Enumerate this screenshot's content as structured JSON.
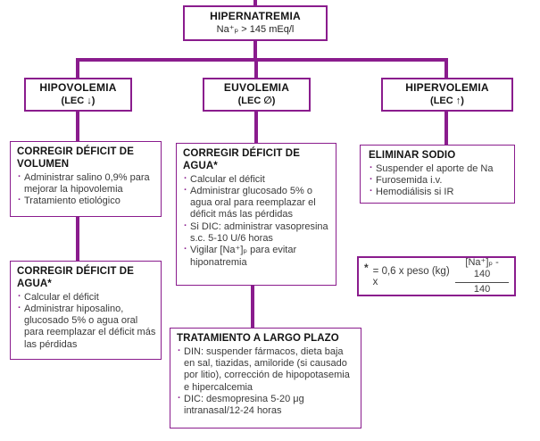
{
  "diagram": {
    "root": {
      "title": "HIPERNATREMIA",
      "subtitle": "Na⁺ₚ > 145 mEq/l"
    },
    "branches": [
      {
        "title": "HIPOVOLEMIA",
        "subtitle": "(LEC ↓)"
      },
      {
        "title": "EUVOLEMIA",
        "subtitle": "(LEC ∅)"
      },
      {
        "title": "HIPERVOLEMIA",
        "subtitle": "(LEC ↑)"
      }
    ],
    "boxes": {
      "volumen": {
        "heading": "CORREGIR DÉFICIT DE VOLUMEN",
        "bullets": [
          "Administrar salino 0,9% para mejorar la hipovolemia",
          "Tratamiento etiológico"
        ]
      },
      "agua_hipo": {
        "heading": "CORREGIR DÉFICIT DE AGUA*",
        "bullets": [
          "Calcular el déficit",
          "Administrar hiposalino, glucosado 5% o agua oral para reemplazar el déficit más las pérdidas"
        ]
      },
      "agua_eu": {
        "heading": "CORREGIR DÉFICIT DE AGUA*",
        "bullets": [
          "Calcular el déficit",
          "Administrar glucosado 5% o agua oral para reemplazar el déficit más las pérdidas",
          "Si DIC: administrar vasopresina s.c. 5-10 U/6 horas",
          "Vigilar [Na⁺]ₚ para evitar hiponatremia"
        ]
      },
      "sodio": {
        "heading": "ELIMINAR SODIO",
        "bullets": [
          "Suspender el aporte de Na",
          "Furosemida i.v.",
          "Hemodiálisis si IR"
        ]
      },
      "largo_plazo": {
        "heading": "TRATAMIENTO A LARGO PLAZO",
        "bullets": [
          "DIN: suspender fármacos, dieta baja en sal, tiazidas, amiloride (si causado por litio), corrección de hipopotasemia e hipercalcemia",
          "DIC: desmopresina 5-20 μg intranasal/12-24 horas"
        ]
      },
      "formula": {
        "asterisk": "*",
        "prefix": "= 0,6 x peso (kg) x",
        "numerator": "[Na⁺]ₚ - 140",
        "denominator": "140"
      }
    },
    "colors": {
      "border_purple": "#8A1C8D",
      "heading_text": "#141414",
      "body_text": "#3A3A3A"
    }
  }
}
